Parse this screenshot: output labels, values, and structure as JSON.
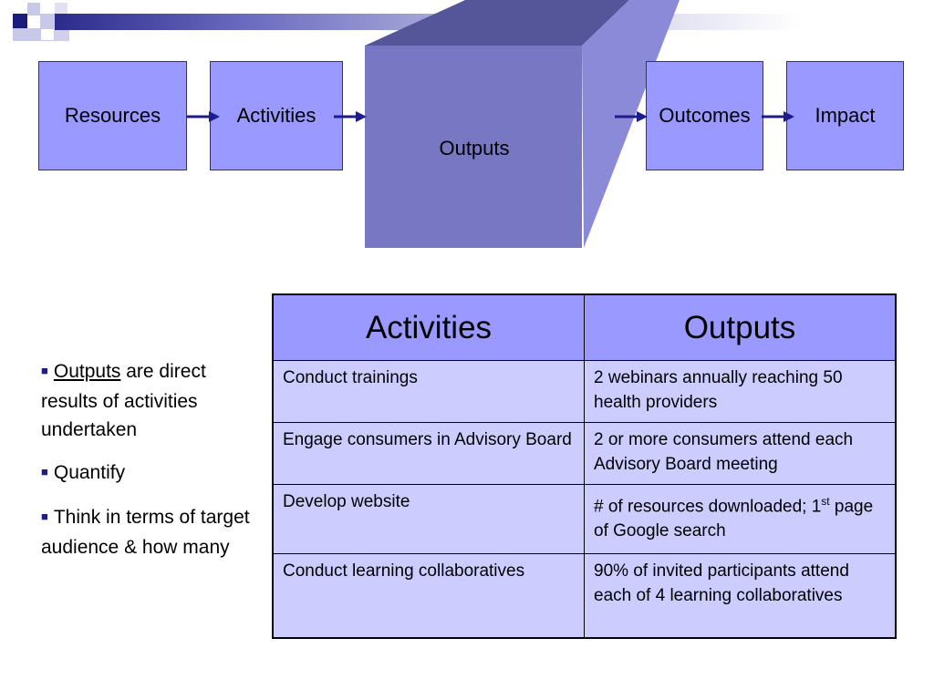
{
  "theme": {
    "box_fill": "#9999ff",
    "prism_front": "#7777c4",
    "prism_side": "#8a8ad8",
    "prism_top": "#555599",
    "arrow_color": "#1c1c8c",
    "cell_fill": "#ccccff"
  },
  "flow": {
    "resources": "Resources",
    "activities": "Activities",
    "outputs": "Outputs",
    "outcomes": "Outcomes",
    "impact": "Impact"
  },
  "bullets": {
    "item1_link": "Outputs",
    "item1_rest": " are direct results of activities undertaken",
    "item2": "Quantify",
    "item3": "Think in terms of target audience & how many"
  },
  "table": {
    "headers": [
      "Activities",
      "Outputs"
    ],
    "rows": [
      {
        "activity": "Conduct trainings",
        "output": "2 webinars annually reaching 50 health providers"
      },
      {
        "activity": "Engage consumers in Advisory Board",
        "output": "2 or more consumers attend each Advisory Board meeting"
      },
      {
        "activity": "Develop website",
        "output_pre": "# of resources downloaded; 1",
        "output_sup": "st",
        "output_post": " page of Google search"
      },
      {
        "activity": "Conduct learning collaboratives",
        "output": "90% of invited participants attend each of 4 learning collaboratives"
      }
    ]
  }
}
